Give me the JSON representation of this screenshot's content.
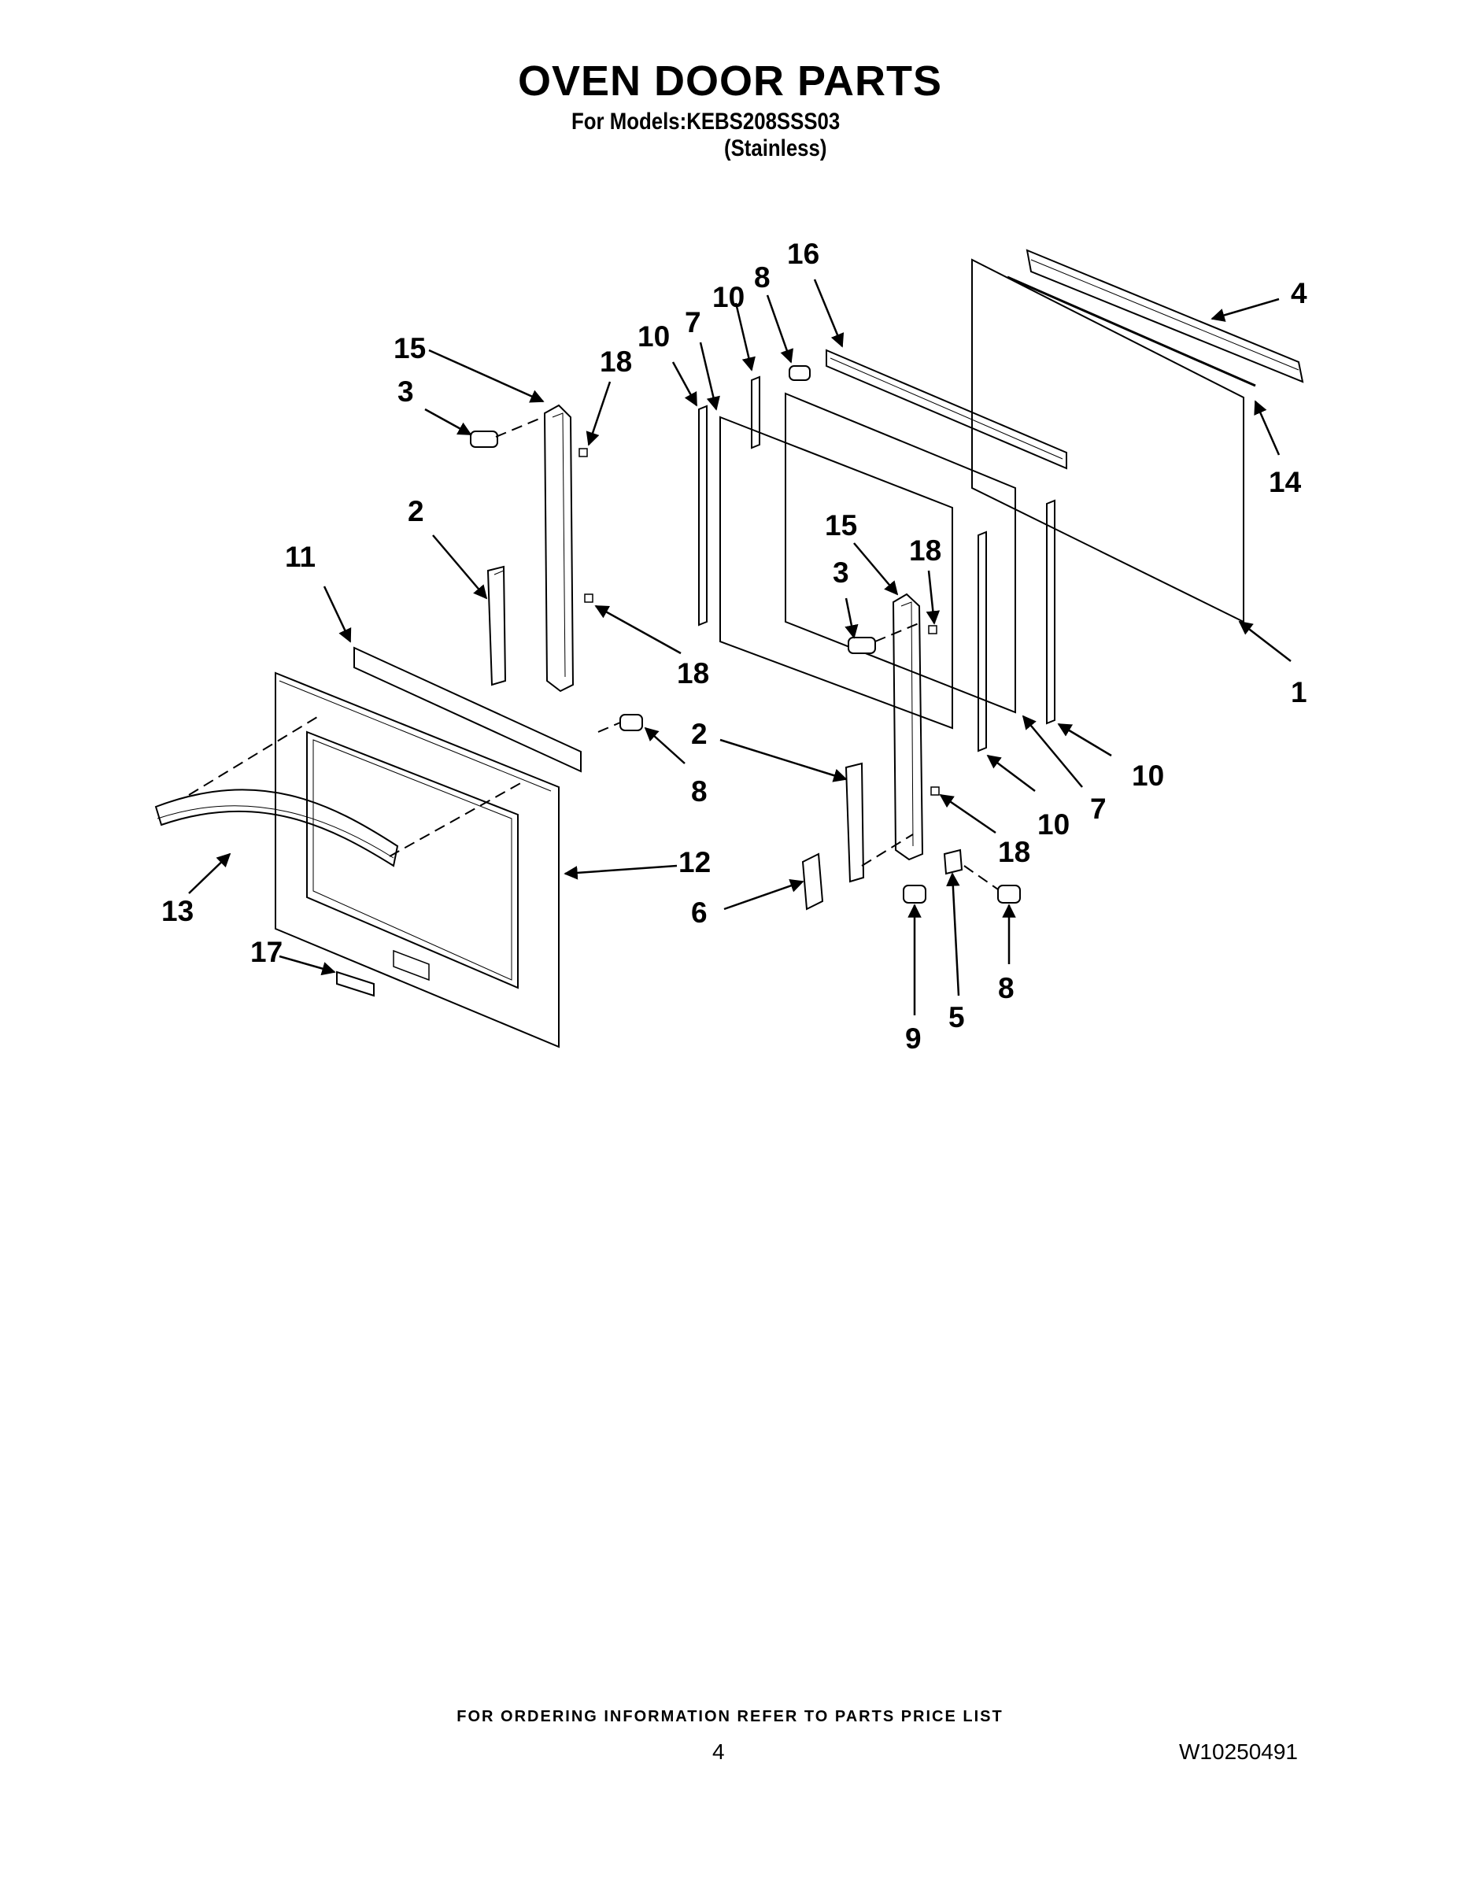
{
  "header": {
    "title": "OVEN DOOR PARTS",
    "models_line": "For Models:KEBS208SSS03",
    "finish_line": "(Stainless)"
  },
  "callouts": {
    "c1": "1",
    "c2a": "2",
    "c2b": "2",
    "c3a": "3",
    "c3b": "3",
    "c4": "4",
    "c5": "5",
    "c6": "6",
    "c7a": "7",
    "c7b": "7",
    "c8a": "8",
    "c8b": "8",
    "c8c": "8",
    "c9": "9",
    "c10a": "10",
    "c10b": "10",
    "c10c": "10",
    "c10d": "10",
    "c11": "11",
    "c12": "12",
    "c13": "13",
    "c14": "14",
    "c15a": "15",
    "c15b": "15",
    "c16": "16",
    "c17": "17",
    "c18a": "18",
    "c18b": "18",
    "c18c": "18",
    "c18d": "18"
  },
  "footer": {
    "ordering_note": "FOR ORDERING INFORMATION REFER TO PARTS PRICE LIST",
    "page_number": "4",
    "document_number": "W10250491"
  }
}
